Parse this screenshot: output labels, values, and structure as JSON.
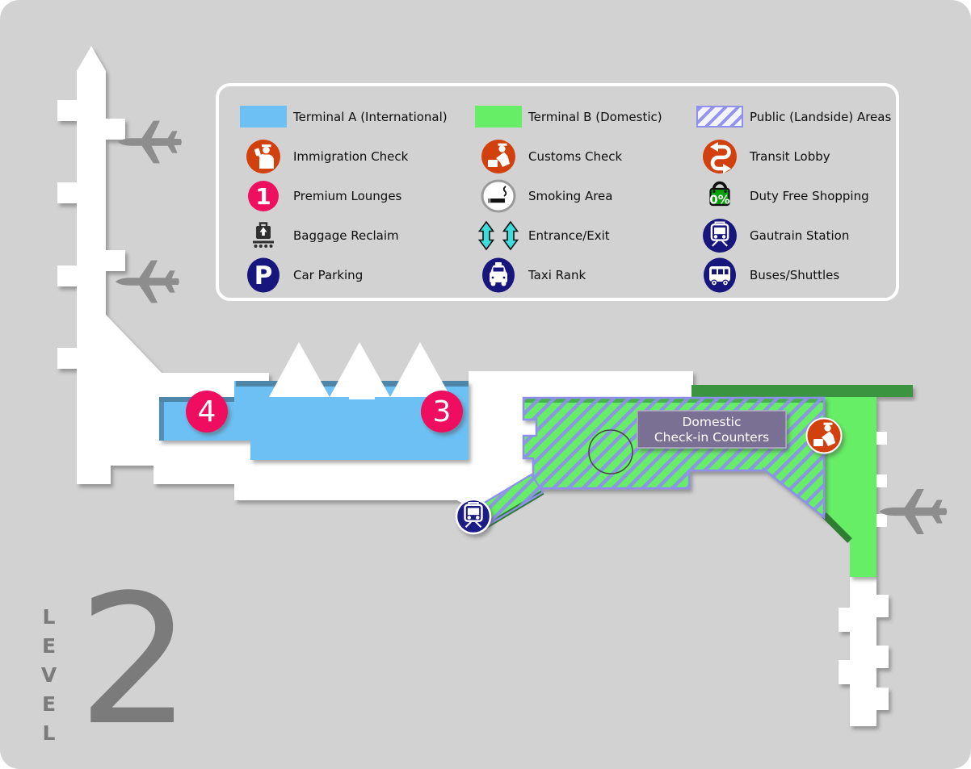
{
  "legend": {
    "areas": [
      {
        "label": "Terminal A (International)",
        "color": "#6cc0f3"
      },
      {
        "label": "Terminal B (Domestic)",
        "color": "#66ee66"
      },
      {
        "label": "Public (Landside) Areas",
        "color": "#8f8fee"
      }
    ],
    "items": [
      {
        "label": "Immigration Check",
        "icon": "immigration-icon"
      },
      {
        "label": "Customs Check",
        "icon": "customs-icon"
      },
      {
        "label": "Transit Lobby",
        "icon": "transit-icon"
      },
      {
        "label": "Premium Lounges",
        "icon": "premium-lounges-icon",
        "badge": "1"
      },
      {
        "label": "Smoking Area",
        "icon": "smoking-icon"
      },
      {
        "label": "Duty Free Shopping",
        "icon": "duty-free-icon",
        "badge": "0%"
      },
      {
        "label": "Baggage Reclaim",
        "icon": "baggage-icon"
      },
      {
        "label": "Entrance/Exit",
        "icon": "entrance-exit-icon"
      },
      {
        "label": "Gautrain Station",
        "icon": "gautrain-icon"
      },
      {
        "label": "Car Parking",
        "icon": "car-parking-icon",
        "badge": "P"
      },
      {
        "label": "Taxi Rank",
        "icon": "taxi-icon"
      },
      {
        "label": "Buses/Shuttles",
        "icon": "bus-icon"
      }
    ]
  },
  "map": {
    "markers": [
      {
        "number": "4"
      },
      {
        "number": "3"
      }
    ],
    "checkin_label": {
      "line1": "Domestic",
      "line2": "Check-in Counters"
    }
  },
  "level": {
    "word": "LEVEL",
    "number": "2"
  },
  "colors": {
    "background": "#d2d2d2",
    "terminal_a_blue": "#6cc0f3",
    "terminal_b_green": "#66ee66",
    "dark_green": "#3a9440",
    "hatch_purple": "#8f8fee",
    "marker_pink": "#ee0f5e",
    "service_red": "#d2400e",
    "transport_navy": "#16167d",
    "checkin_box_purple": "#7a7094",
    "plane_gray": "#8d8d8d",
    "level_text_gray": "#7b7b7b"
  }
}
